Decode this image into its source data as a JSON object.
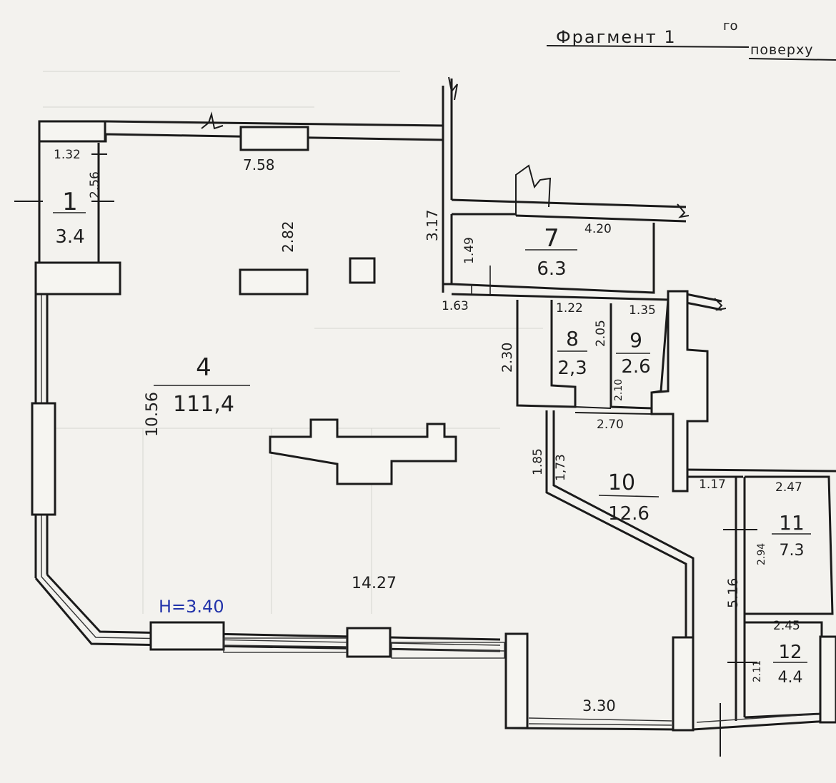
{
  "title": {
    "main": "Фрагмент 1",
    "sup": "го",
    "tail": "поверху"
  },
  "ceiling_height": "H=3.40",
  "rooms": [
    {
      "id": "1",
      "number": "1",
      "area": "3.4"
    },
    {
      "id": "4",
      "number": "4",
      "area": "111,4"
    },
    {
      "id": "7",
      "number": "7",
      "area": "6.3"
    },
    {
      "id": "8",
      "number": "8",
      "area": "2,3"
    },
    {
      "id": "9",
      "number": "9",
      "area": "2.6"
    },
    {
      "id": "10",
      "number": "10",
      "area": "12.6"
    },
    {
      "id": "11",
      "number": "11",
      "area": "7.3"
    },
    {
      "id": "12",
      "number": "12",
      "area": "4.4"
    }
  ],
  "dimensions": {
    "d_132": "1.32",
    "d_256": "2.56",
    "d_758": "7.58",
    "d_282": "2.82",
    "d_317": "3.17",
    "d_149": "1.49",
    "d_420": "4.20",
    "d_163": "1.63",
    "d_122": "1.22",
    "d_205": "2.05",
    "d_135": "1.35",
    "d_230": "2.30",
    "d_210": "2.10",
    "d_270": "2.70",
    "d_185": "1.85",
    "d_173": "1,73",
    "d_1056": "10.56",
    "d_117": "1.17",
    "d_247": "2.47",
    "d_294": "2.94",
    "d_516": "5.16",
    "d_245": "2.45",
    "d_211": "2.11",
    "d_1427": "14.27",
    "d_330": "3.30"
  }
}
